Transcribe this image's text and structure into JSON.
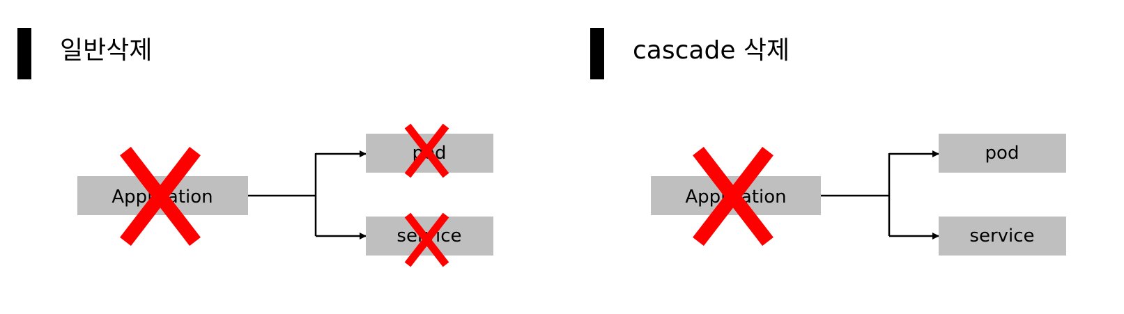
{
  "colors": {
    "node_fill": "#bfbfbf",
    "connector": "#000000",
    "deleted_mark": "#ff0000",
    "title_bar": "#000000"
  },
  "panels": [
    {
      "title": "일반삭제",
      "parent": {
        "label": "Application",
        "deleted": true
      },
      "children": [
        {
          "label": "pod",
          "deleted": true
        },
        {
          "label": "service",
          "deleted": true
        }
      ]
    },
    {
      "title": "cascade 삭제",
      "parent": {
        "label": "Application",
        "deleted": true
      },
      "children": [
        {
          "label": "pod",
          "deleted": false
        },
        {
          "label": "service",
          "deleted": false
        }
      ]
    }
  ]
}
